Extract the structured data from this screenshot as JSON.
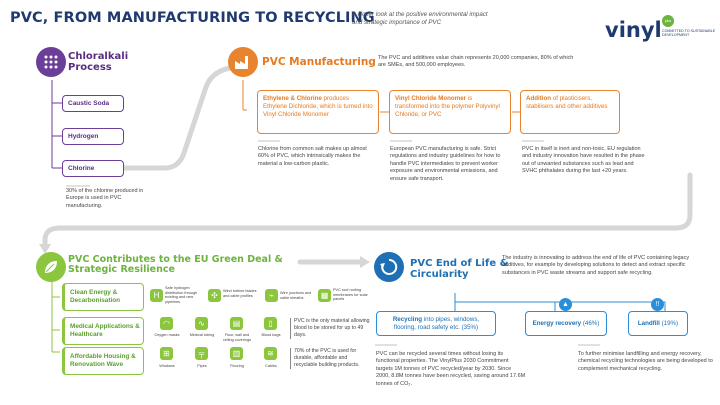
{
  "header": {
    "title": "PVC, FROM MANUFACTURING TO RECYCLING",
    "subtitle": "A closer look at the positive environmental impact and strategic importance of PVC",
    "logo_text": "vinyl",
    "logo_badge": "plus",
    "logo_tagline": "COMMITTED TO SUSTAINABLE DEVELOPMENT"
  },
  "chloralkali": {
    "title": "Chloralkali Process",
    "items": [
      "Caustic Soda",
      "Hydrogen",
      "Chlorine"
    ],
    "note": "30% of the chlorine produced in Europe is used in PVC manufacturing."
  },
  "manufacturing": {
    "title": "PVC Manufacturing",
    "intro": "The PVC and additives value chain represents 20,000 companies, 80% of which are SMEs, and 500,000 employees.",
    "steps": [
      {
        "bold": "Ethylene & Chlorine",
        "text": " produces Ethylene Dichloride, which is turned into Vinyl Chloride Monomer"
      },
      {
        "bold": "Vinyl Chloride Monomer",
        "text": " is transformed into the polymer Polyvinyl Chloride, or PVC"
      },
      {
        "bold": "Addition",
        "text": " of plasticisers, stabilisers and other additives"
      }
    ],
    "notes": [
      "Chlorine from common salt makes up almost 60% of PVC, which intrinsically makes the material a low-carbon plastic.",
      "European PVC manufacturing is safe. Strict regulations and industry guidelines for how to handle PVC intermediates to prevent worker exposure and environmental emissions, and ensure safe transport.",
      "PVC in itself is inert and non-toxic. EU regulation and industry innovation have resulted in the phase out of unwanted substances such as lead and SVHC phthalates during the last +20 years."
    ]
  },
  "eu_deal": {
    "title": "PVC Contributes to the EU Green Deal & Strategic Resilience",
    "rows": [
      {
        "label": "Clean Energy & Decarbonisation",
        "icons": [
          "Safe hydrogen distribution through existing and new pipelines",
          "Wind turbine blades and cable profiles",
          "Wire junctions and cable sheaths",
          "PVC roof roofing membranes for solar panels"
        ],
        "note": ""
      },
      {
        "label": "Medical Applications & Healthcare",
        "icons": [
          "Oxygen masks",
          "Medical tubing",
          "Floor, wall and ceiling coverings",
          "Blood bags"
        ],
        "note": "PVC is the only material allowing blood to be stored for up to 49 days."
      },
      {
        "label": "Affordable Housing & Renovation Wave",
        "icons": [
          "Windows",
          "Pipes",
          "Flooring",
          "Cables"
        ],
        "note": "70% of the PVC is used for durable, affordable and recyclable building products."
      }
    ]
  },
  "end_of_life": {
    "title": "PVC End of Life & Circularity",
    "intro": "The industry is innovating to address the end of life of PVC containing legacy additives, for example by developing solutions to detect and extract specific substances in PVC waste streams and support safe recycling.",
    "recycling": {
      "bold": "Recycling",
      "text": " into pipes, windows, flooring, road safety etc. (35%)"
    },
    "energy": {
      "bold": "Energy recovery",
      "text": " (46%)"
    },
    "landfill": {
      "bold": "Landfill",
      "text": " (19%)"
    },
    "note_recycling": "PVC can be recycled several times without losing its functional properties. The VinylPlus 2030 Commitment targets 1M tonnes of PVC recycled/year by 2030. Since 2000, 8.8M tonnes have been recycled, saving around 17.6M tonnes of CO₂.",
    "note_landfill": "To further minimise landfilling and energy recovery, chemical recycling technologies are being developed to complement mechanical recycling."
  },
  "colors": {
    "navy": "#1f3a6e",
    "purple": "#5a2d82",
    "orange": "#e8842f",
    "green": "#8cc63f",
    "blue": "#1f6fb5"
  },
  "icons": [
    "molecule-icon",
    "factory-icon",
    "leaf-icon",
    "recycle-icon",
    "flame-icon",
    "grass-icon"
  ]
}
